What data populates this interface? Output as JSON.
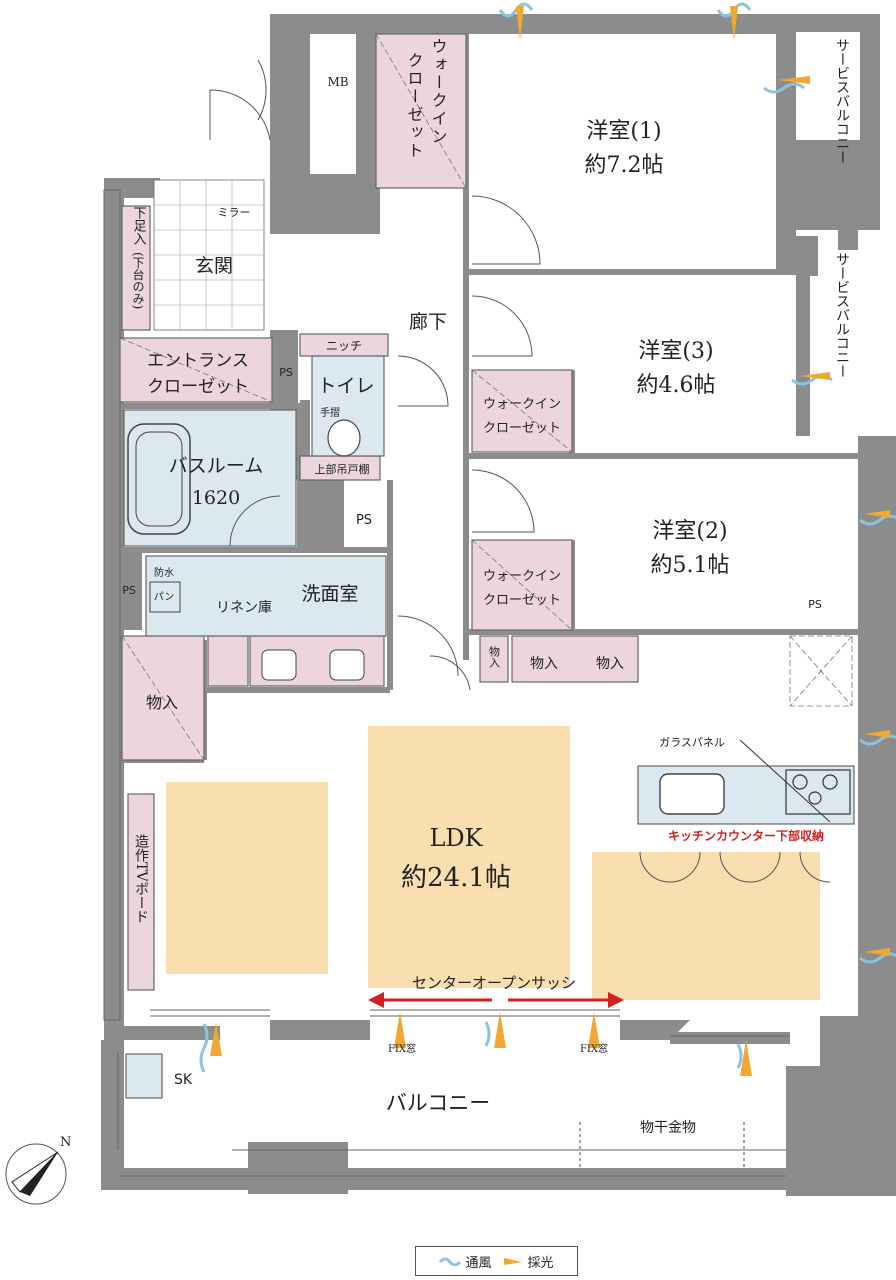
{
  "rooms": {
    "western1": {
      "name": "洋室(1)",
      "size": "約7.2帖"
    },
    "western3": {
      "name": "洋室(3)",
      "size": "約4.6帖"
    },
    "western2": {
      "name": "洋室(2)",
      "size": "約5.1帖"
    },
    "ldk": {
      "name": "LDK",
      "size": "約24.1帖"
    },
    "bathroom": {
      "name": "バスルーム",
      "size": "1620"
    },
    "washroom": "洗面室",
    "toilet": "トイレ",
    "entrance": "玄関",
    "hallway": "廊下",
    "balcony": "バルコニー"
  },
  "storage": {
    "wic_top_lines": [
      "ウォークイン",
      "クローゼット"
    ],
    "wic_small_1": "ウォークイン",
    "wic_small_2": "クローゼット",
    "entrance_closet_1": "エントランス",
    "entrance_closet_2": "クローゼット",
    "shoe_box_1": "下足入",
    "shoe_box_2": "(下台のみ)",
    "mb": "MB",
    "ps": "PS",
    "niche": "ニッチ",
    "handrail": "手摺",
    "upper_shelf": "上部吊戸棚",
    "waterproof_pan_1": "防水",
    "waterproof_pan_2": "パン",
    "linen": "リネン庫",
    "storage": "物入",
    "mirror": "ミラー",
    "tv_board": "造作TVボード"
  },
  "service_balcony_1": "サービスバルコニー",
  "service_balcony_2": "サービスバルコニー",
  "kitchen": {
    "glass_panel": "ガラスパネル",
    "under_counter": "キッチンカウンター下部収納"
  },
  "sash": "センターオープンサッシ",
  "fix_window": "FIX窓",
  "sk": "SK",
  "drying_hardware": "物干金物",
  "north": "N",
  "legend": {
    "ventilation": "通風",
    "daylight": "採光"
  },
  "colors": {
    "storage_fill": "#ecd5de",
    "wet_fill": "#dce8ef",
    "floor_fill": "#f9dfb0",
    "wall": "#8c8c8c",
    "ventilation": "#8cc3e0",
    "daylight": "#f0a830",
    "red_note": "#d42020"
  }
}
